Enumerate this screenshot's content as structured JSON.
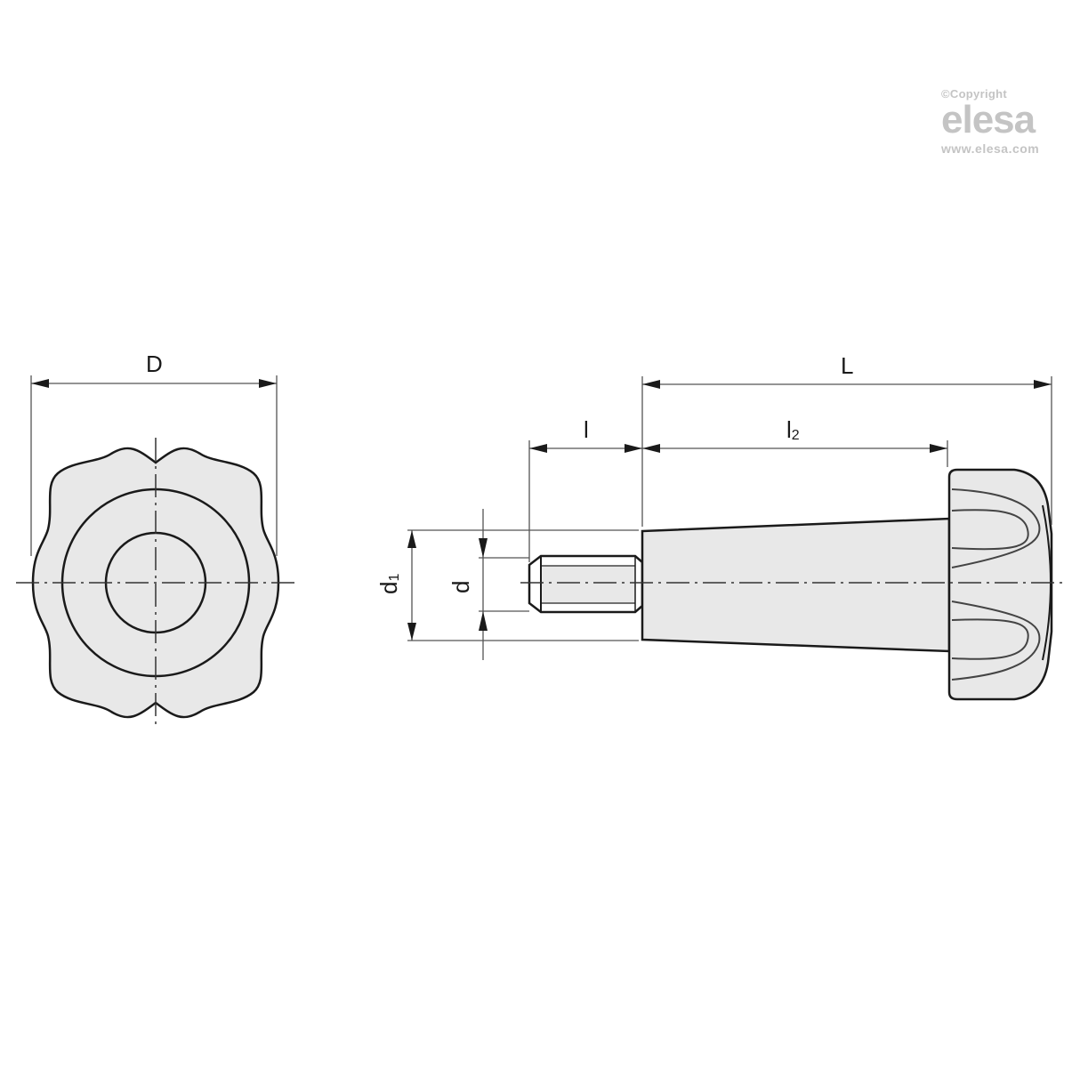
{
  "watermark": {
    "copyright": "©Copyright",
    "brand": "elesa",
    "url": "www.elesa.com"
  },
  "dimensions": {
    "D": "D",
    "L": "L",
    "l": "l",
    "l2_main": "l",
    "l2_sub": "2",
    "d": "d",
    "d1_main": "d",
    "d1_sub": "1"
  },
  "colors": {
    "line": "#1a1a1a",
    "fill": "#e8e8e8",
    "dim_line": "#555555",
    "watermark": "#c4c4c4"
  },
  "views": {
    "front": "front-view-lobed-knob",
    "side": "side-view-knob-with-threaded-stud"
  }
}
